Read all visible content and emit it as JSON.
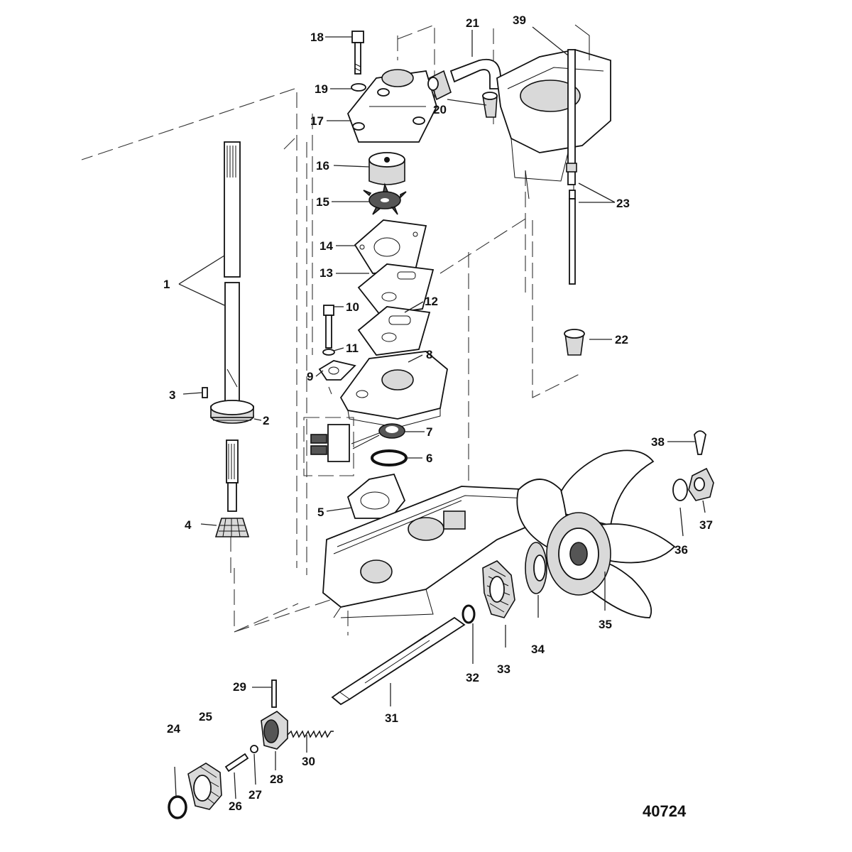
{
  "drawing_number": "40724",
  "part_labels": [
    "1",
    "2",
    "3",
    "4",
    "5",
    "6",
    "7",
    "8",
    "9",
    "10",
    "11",
    "12",
    "13",
    "14",
    "15",
    "16",
    "17",
    "18",
    "19",
    "20",
    "21",
    "22",
    "23",
    "24",
    "25",
    "26",
    "27",
    "28",
    "29",
    "30",
    "31",
    "32",
    "33",
    "34",
    "35",
    "36",
    "37",
    "38",
    "39"
  ],
  "colors": {
    "ink": "#111111",
    "background": "#ffffff",
    "shade": "#d9d9d9"
  }
}
